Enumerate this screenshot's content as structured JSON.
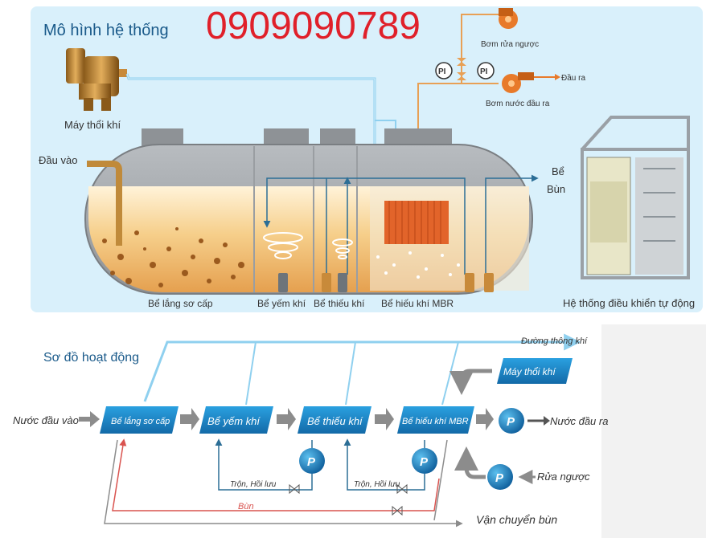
{
  "model": {
    "title": "Mô hình hệ thống",
    "phone": "0909090789",
    "blower": "Máy thổi khí",
    "inlet": "Đầu vào",
    "backwash_pump": "Bơm rửa ngược",
    "outlet_pump": "Bơm nước đầu ra",
    "outlet": "Đầu ra",
    "sludge_tank": [
      "Bể",
      "Bùn"
    ],
    "gauge_label": "PI",
    "control_system": "Hệ thống điều khiển tự động",
    "compartments": [
      "Bể lắng sơ cấp",
      "Bể yếm khí",
      "Bể thiếu khí",
      "Bể hiếu khí MBR"
    ]
  },
  "flow": {
    "title": "Sơ đồ hoạt động",
    "inlet_water": "Nước đầu vào",
    "stages": [
      "Bể lắng sơ cấp",
      "Bể yếm khí",
      "Bể thiếu khí",
      "Bể hiếu khí MBR"
    ],
    "air_line": "Đường thông khí",
    "blower": "Máy thổi khí",
    "pump_label": "P",
    "outlet_water": "Nước đầu ra",
    "backwash": "Rửa ngược",
    "mix_return": "Trộn, Hồi lưu",
    "sludge": "Bùn",
    "sludge_transport": "Vận chuyển bùn"
  },
  "colors": {
    "model_bg": "#d9f0fb",
    "title_blue": "#1a5a8a",
    "phone_red": "#e0202a",
    "stage_blue": "#1d7fc4",
    "pump_blue": "#1a86c9",
    "line_light_blue": "#8fd0ef",
    "line_dark_blue": "#2c6e96",
    "gray_arrow": "#8c8c8c",
    "sludge_red": "#d9534f"
  }
}
